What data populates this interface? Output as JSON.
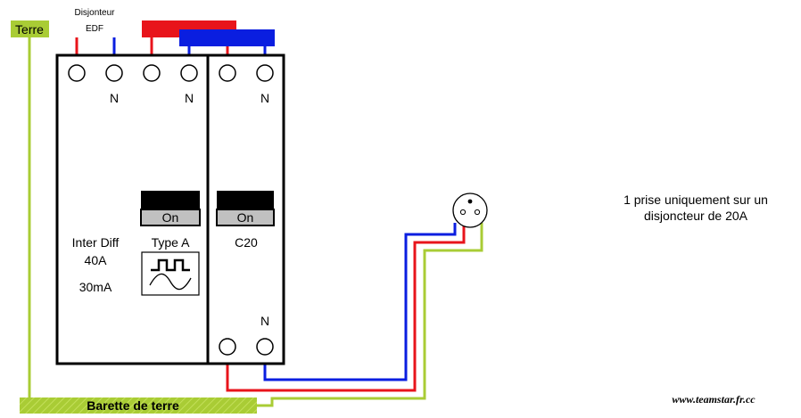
{
  "labels": {
    "terre": "Terre",
    "disjoncteur_line1": "Disjonteur",
    "disjoncteur_line2": "EDF",
    "neutral": "N",
    "on": "On",
    "inter_diff_line1": "Inter Diff",
    "inter_diff_line2": "40A",
    "inter_diff_line3": "30mA",
    "type_a": "Type A",
    "c20": "C20",
    "barette": "Barette de terre",
    "note_line1": "1 prise uniquement sur un",
    "note_line2": "disjoncteur de 20A",
    "watermark": "www.teamstar.fr.cc"
  },
  "colors": {
    "phase": "#e8141b",
    "neutral": "#0a1ee0",
    "earth": "#a9cc35",
    "outline": "#000000",
    "on_label_bg": "#c0c0c0"
  },
  "icons": {
    "type_a_symbol": "ac-pulse-waveform-icon",
    "outlet": "french-socket-outlet-icon",
    "terminal": "screw-terminal-icon"
  }
}
